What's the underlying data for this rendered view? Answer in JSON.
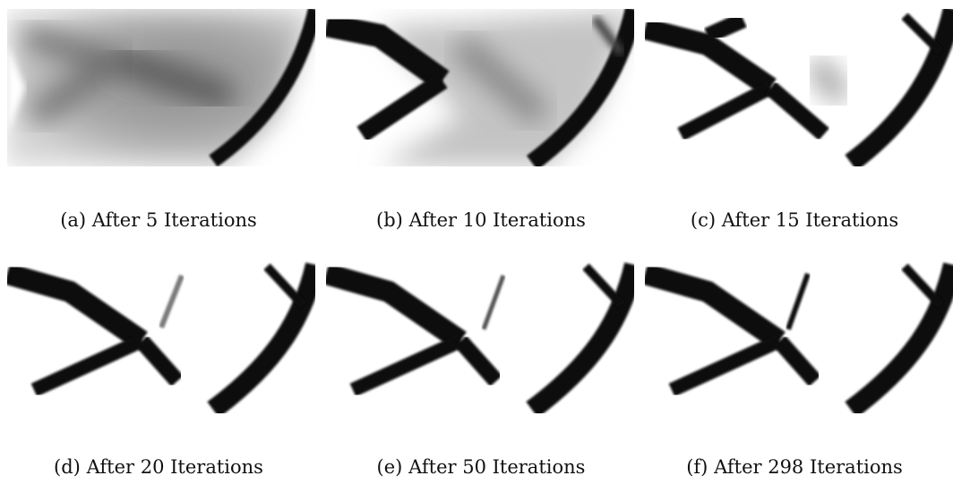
{
  "figure": {
    "subfigures": [
      {
        "label": "(a)",
        "caption": "After 5 Iterations"
      },
      {
        "label": "(b)",
        "caption": "After 10 Iterations"
      },
      {
        "label": "(c)",
        "caption": "After 15 Iterations"
      },
      {
        "label": "(d)",
        "caption": "After 20 Iterations"
      },
      {
        "label": "(e)",
        "caption": "After 50 Iterations"
      },
      {
        "label": "(f)",
        "caption": "After 298 Iterations"
      }
    ]
  }
}
